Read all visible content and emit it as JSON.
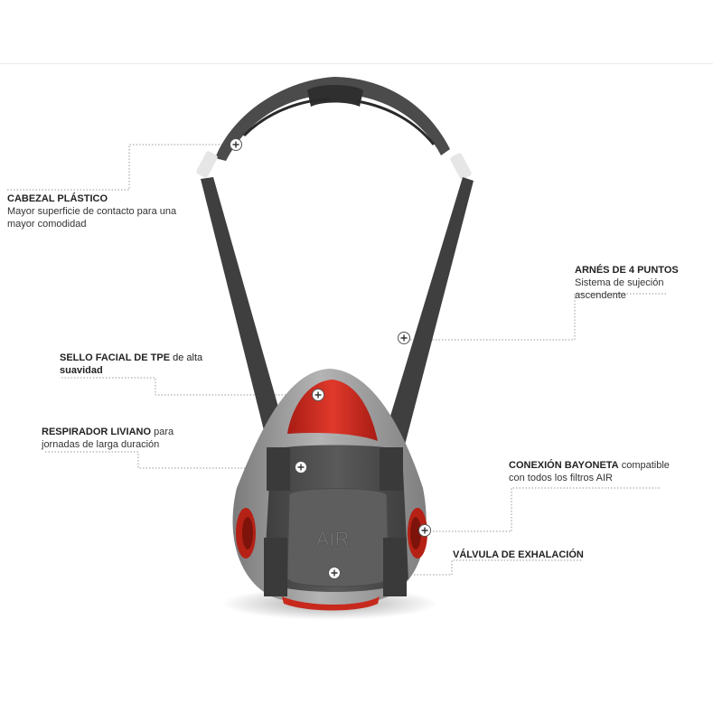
{
  "callouts": {
    "cabezal": {
      "title": "CABEZAL PLÁSTICO",
      "text": "Mayor superficie de contacto para una mayor comodidad"
    },
    "arnes": {
      "title": "ARNÉS DE 4 PUNTOS",
      "text": "Sistema de sujeción ascendente"
    },
    "sello": {
      "title": "SELLO FACIAL DE TPE",
      "text": "de alta",
      "title2": "suavidad"
    },
    "respirador": {
      "title": "RESPIRADOR LIVIANO",
      "text": "para",
      "text2": "jornadas de larga duración"
    },
    "conexion": {
      "title": "CONEXIÓN BAYONETA",
      "text": "compatible",
      "text2": "con todos los filtros AIR"
    },
    "valvula": {
      "title": "VÁLVULA DE EXHALACIÓN"
    }
  },
  "product": {
    "embossed_text": "AIR"
  },
  "colors": {
    "accent": "#d42a1f",
    "body": "#8f8f8f",
    "dark": "#4a4a4a",
    "strap": "#3f3f3f"
  }
}
